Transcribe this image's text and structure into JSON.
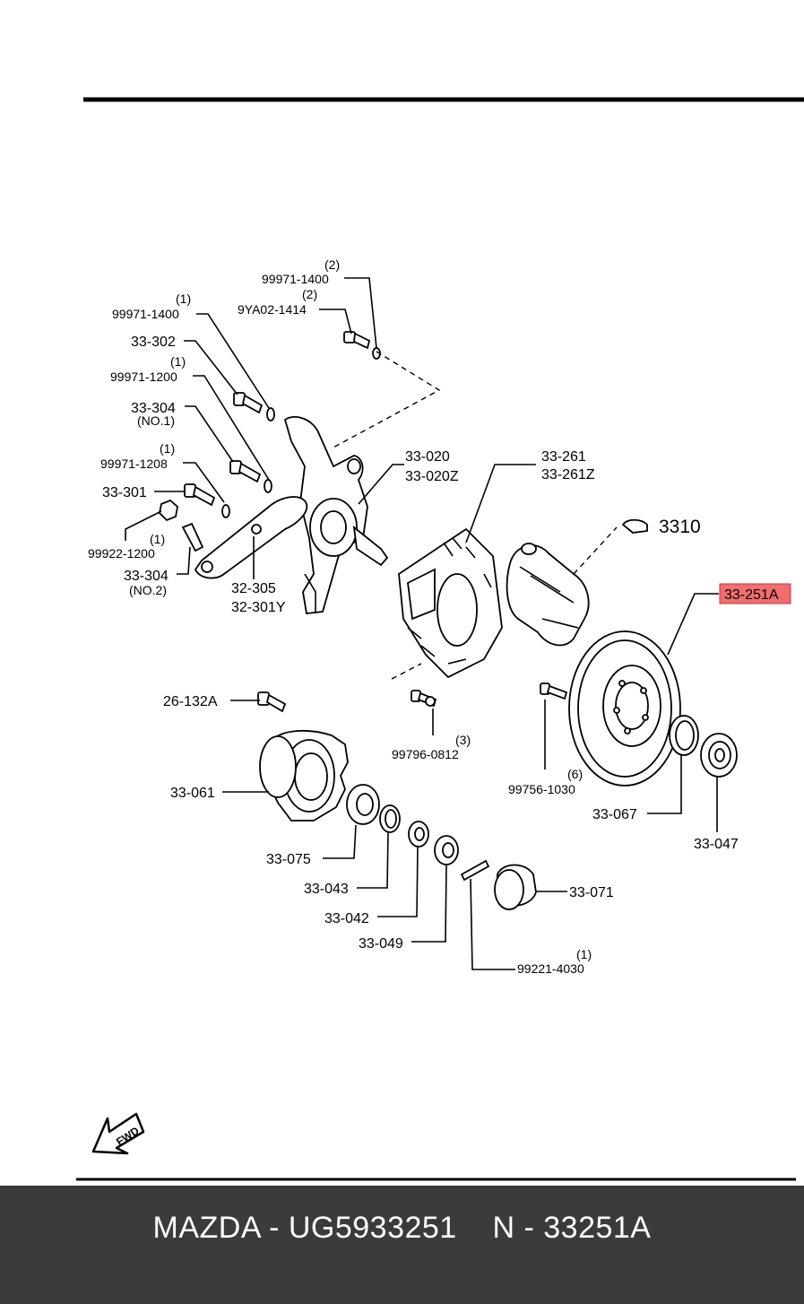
{
  "labels": {
    "p99971_1400_right_qty": "(2)",
    "p99971_1400_right": "99971-1400",
    "p9ya02_qty": "(2)",
    "p9ya02": "9YA02-1414",
    "p99971_1400_left_qty": "(1)",
    "p99971_1400_left": "99971-1400",
    "p33_302": "33-302",
    "p99971_1200_qty": "(1)",
    "p99971_1200": "99971-1200",
    "p33_304_no1": "33-304",
    "p33_304_no1_note": "(NO.1)",
    "p99971_1208_qty": "(1)",
    "p99971_1208": "99971-1208",
    "p33_301": "33-301",
    "p99922_qty": "(1)",
    "p99922": "99922-1200",
    "p33_304_no2": "33-304",
    "p33_304_no2_note": "(NO.2)",
    "p32_305": "32-305",
    "p32_301y": "32-301Y",
    "p33_020": "33-020",
    "p33_020z": "33-020Z",
    "p33_261": "33-261",
    "p33_261z": "33-261Z",
    "p3310": "3310",
    "p33_251a": "33-251A",
    "p26_132a": "26-132A",
    "p99796_qty": "(3)",
    "p99796": "99796-0812",
    "p99756_qty": "(6)",
    "p99756": "99756-1030",
    "p33_061": "33-061",
    "p33_067": "33-067",
    "p33_047": "33-047",
    "p33_075": "33-075",
    "p33_043": "33-043",
    "p33_042": "33-042",
    "p33_049": "33-049",
    "p33_071": "33-071",
    "p99221_qty": "(1)",
    "p99221": "99221-4030",
    "fwd": "FWD"
  },
  "highlight_color": "#f26d6d",
  "footer": {
    "text": "MAZDA - UG5933251    N - 33251A",
    "background": "#3b3b3b"
  }
}
